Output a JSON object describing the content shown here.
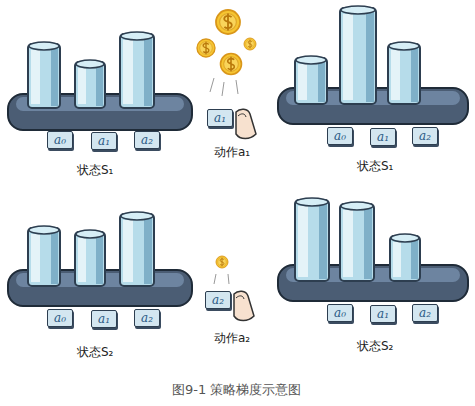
{
  "diagram": {
    "caption": "图9-1 策略梯度示意图",
    "nodes": [
      {
        "text": [
          "a₀"
        ]
      },
      {
        "text": [
          "a₁"
        ]
      },
      {
        "text": [
          "a₂"
        ]
      },
      {
        "text": [
          "a₁"
        ]
      },
      {
        "text": [
          "a₀"
        ]
      },
      {
        "text": [
          "a₁"
        ]
      },
      {
        "text": [
          "a₂"
        ]
      },
      {
        "text": [
          "a₀"
        ]
      },
      {
        "text": [
          "a₁"
        ]
      },
      {
        "text": [
          "a₂"
        ]
      },
      {
        "text": [
          "a₂"
        ]
      },
      {
        "text": [
          "a₀"
        ]
      },
      {
        "text": [
          "a₁"
        ]
      },
      {
        "text": [
          "a₂"
        ]
      }
    ],
    "labels": [
      "状态S₁",
      "动作a₁",
      "状态S₁",
      "状态S₂",
      "动作a₂",
      "状态S₂"
    ]
  }
}
